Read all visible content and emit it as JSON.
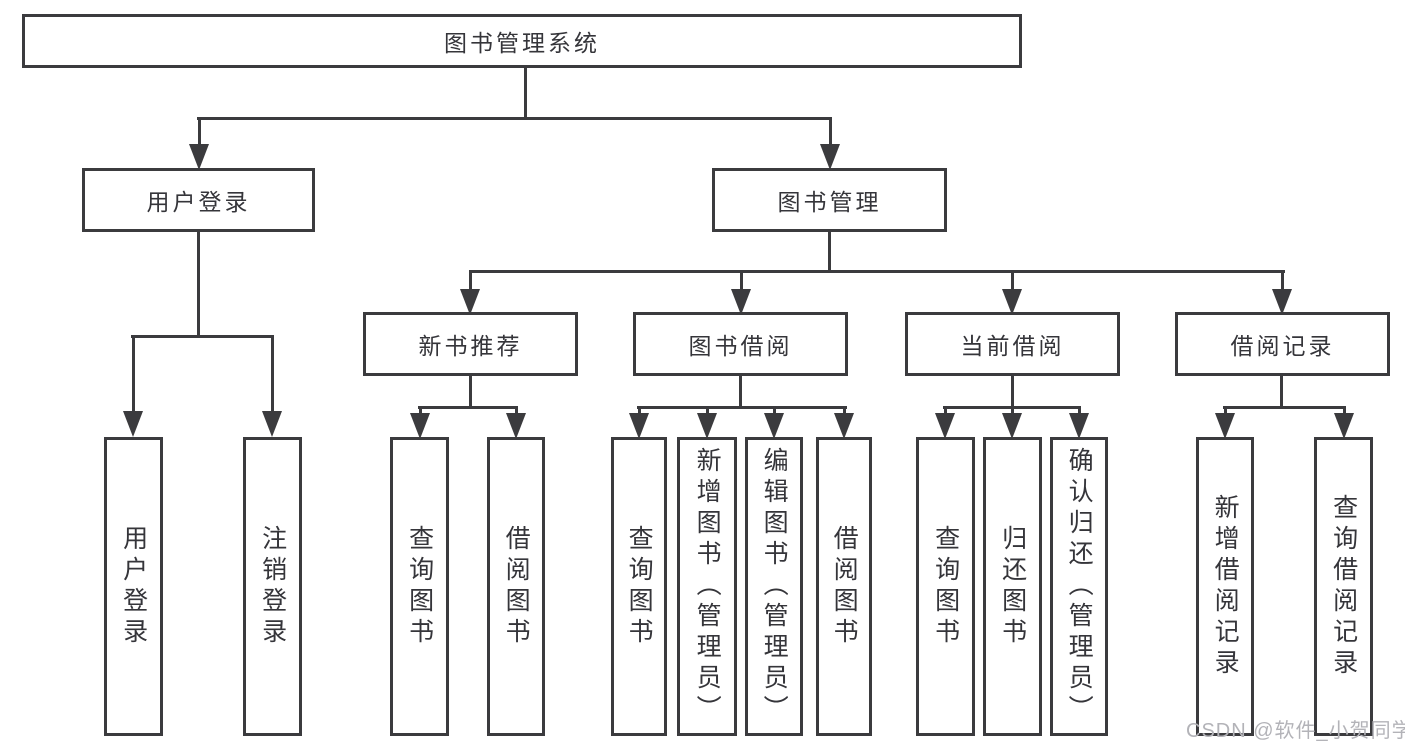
{
  "diagram": {
    "type": "feature-tree",
    "root": {
      "label": "图书管理系统"
    },
    "branches": [
      {
        "label": "用户登录",
        "children": [
          {
            "label": "用户登录"
          },
          {
            "label": "注销登录"
          }
        ]
      },
      {
        "label": "图书管理",
        "children": [
          {
            "label": "新书推荐",
            "children": [
              {
                "label": "查询图书"
              },
              {
                "label": "借阅图书"
              }
            ]
          },
          {
            "label": "图书借阅",
            "children": [
              {
                "label": "查询图书"
              },
              {
                "label": "新增图书（管理员）"
              },
              {
                "label": "编辑图书（管理员）"
              },
              {
                "label": "借阅图书"
              }
            ]
          },
          {
            "label": "当前借阅",
            "children": [
              {
                "label": "查询图书"
              },
              {
                "label": "归还图书"
              },
              {
                "label": "确认归还（管理员）"
              }
            ]
          },
          {
            "label": "借阅记录",
            "children": [
              {
                "label": "新增借阅记录"
              },
              {
                "label": "查询借阅记录"
              }
            ]
          }
        ]
      }
    ],
    "watermark": "CSDN @软件_小贺同学",
    "colors": {
      "line": "#3b3b3e",
      "text": "#35353a",
      "watermark": "#b3b3b8",
      "background": "#ffffff"
    }
  }
}
